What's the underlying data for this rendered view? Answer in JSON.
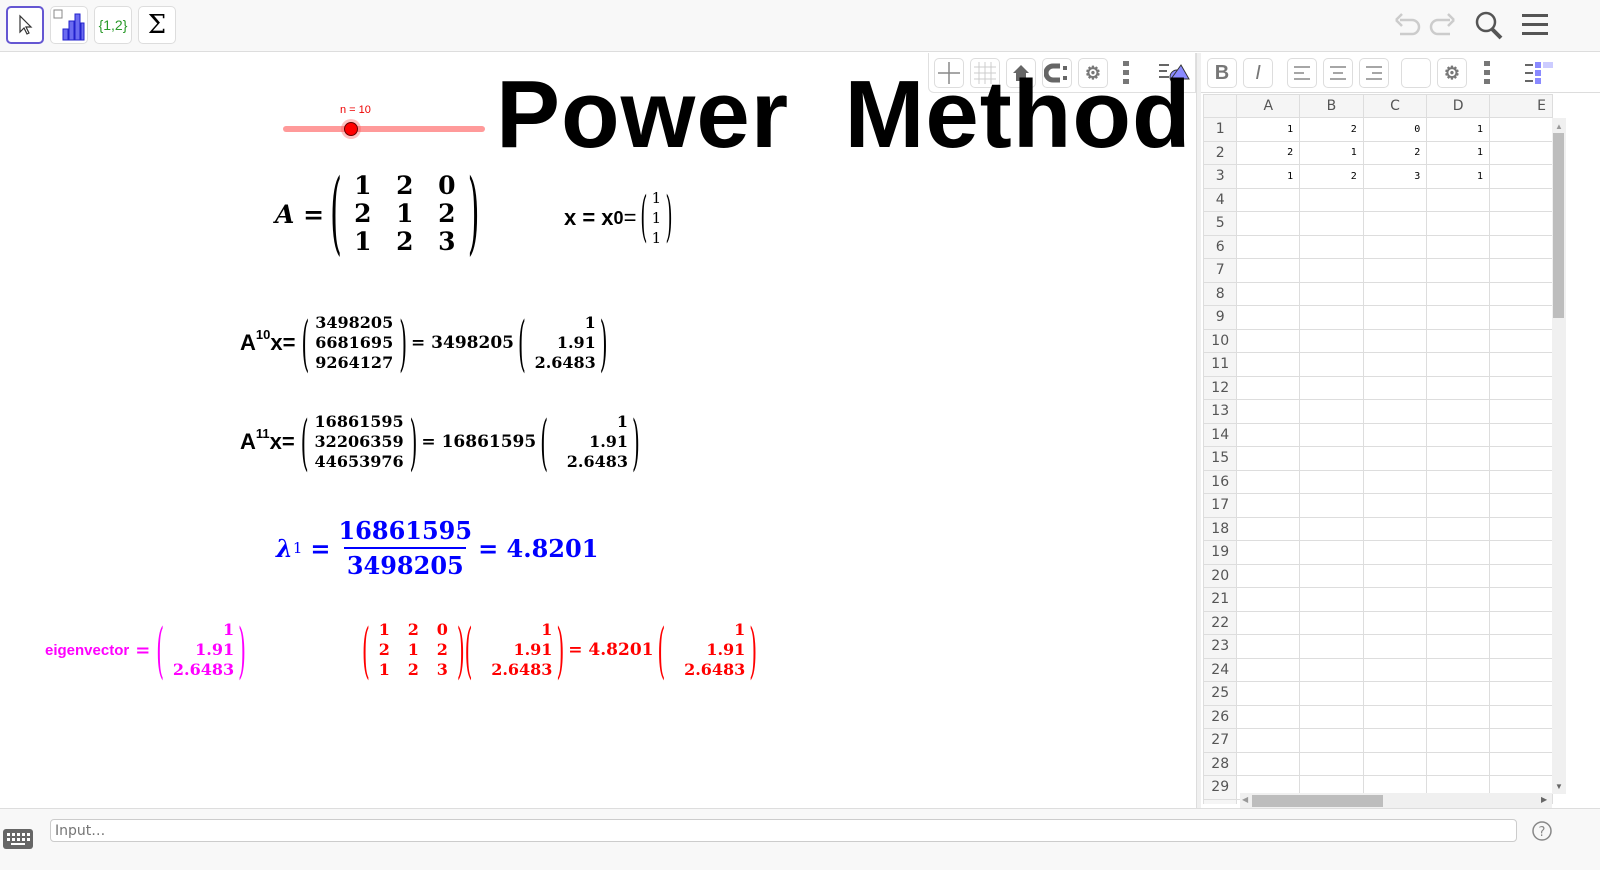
{
  "toolbar": {
    "tools": [
      {
        "name": "move",
        "icon": "arrow-cursor-icon"
      },
      {
        "name": "spreadsheet-tools",
        "icon": "bar-chart-icon"
      },
      {
        "name": "list-tool",
        "label": "{1,2}"
      },
      {
        "name": "sum-tool",
        "label": "Σ"
      }
    ],
    "right": [
      "undo-icon",
      "redo-icon",
      "search-icon",
      "menu-icon"
    ]
  },
  "title": "Power  Method",
  "slider": {
    "label": "n = 10",
    "value": 10,
    "color": "#ff0000"
  },
  "matrixA": {
    "label": "A =",
    "rows": [
      [
        "1",
        "2",
        "0"
      ],
      [
        "2",
        "1",
        "2"
      ],
      [
        "1",
        "2",
        "3"
      ]
    ]
  },
  "x0": {
    "label": "x = x",
    "sub": "0",
    "eq": "=",
    "vec": [
      "1",
      "1",
      "1"
    ]
  },
  "a10": {
    "label": "A",
    "exp": "10",
    "lx": "x=",
    "vec": [
      "3498205",
      "6681695",
      "9264127"
    ],
    "eq": "= 3498205",
    "norm": [
      "1",
      "1.91",
      "2.6483"
    ]
  },
  "a11": {
    "label": "A",
    "exp": "11",
    "lx": "x=",
    "vec": [
      "16861595",
      "32206359",
      "44653976"
    ],
    "eq": "= 16861595",
    "norm": [
      "1",
      "1.91",
      "2.6483"
    ]
  },
  "lambda": {
    "label": "λ",
    "sub": "1",
    "eq": "=",
    "num": "16861595",
    "den": "3498205",
    "result": "= 4.8201",
    "color": "#0000ff"
  },
  "eigenvector": {
    "label": "eigenvector",
    "eq": "=",
    "vec": [
      "1",
      "1.91",
      "2.6483"
    ],
    "color": "#ff00ff"
  },
  "check": {
    "matrix": [
      [
        "1",
        "2",
        "0"
      ],
      [
        "2",
        "1",
        "2"
      ],
      [
        "1",
        "2",
        "3"
      ]
    ],
    "vec": [
      "1",
      "1.91",
      "2.6483"
    ],
    "eq": "= 4.8201",
    "vec2": [
      "1",
      "1.91",
      "2.6483"
    ],
    "color": "#ff0000"
  },
  "spreadsheet": {
    "columns": [
      "A",
      "B",
      "C",
      "D",
      "E"
    ],
    "rows": [
      [
        "1",
        "2",
        "0",
        "1",
        ""
      ],
      [
        "2",
        "1",
        "2",
        "1",
        ""
      ],
      [
        "1",
        "2",
        "3",
        "1",
        ""
      ]
    ],
    "row_count": 29
  },
  "input": {
    "placeholder": "Input…"
  }
}
